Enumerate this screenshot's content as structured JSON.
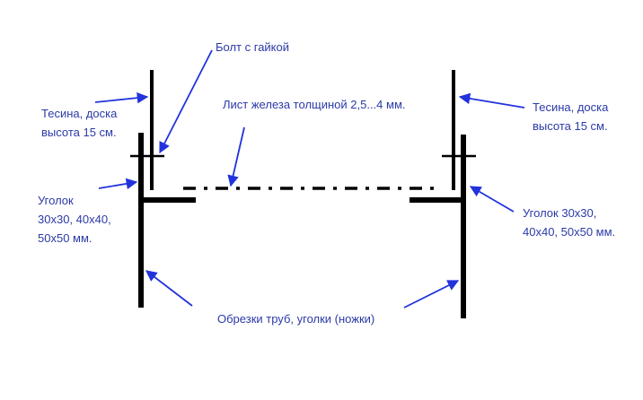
{
  "labels": {
    "bolt": "Болт с гайкой",
    "sheet": "Лист железа толщиной 2,5...4 мм.",
    "board_left_1": "Тесина, доска",
    "board_left_2": "высота  15 см.",
    "board_right_1": "Тесина, доска",
    "board_right_2": "высота 15 см.",
    "angle_left_1": "Уголок",
    "angle_left_2": "30х30, 40х40,",
    "angle_left_3": "50х50 мм.",
    "angle_right_1": "Уголок 30х30,",
    "angle_right_2": "40х40, 50х50 мм.",
    "legs": "Обрезки труб, уголки (ножки)"
  },
  "colors": {
    "label_text": "#2b3aa8",
    "arrow": "#2233dd",
    "structure": "#000000"
  }
}
